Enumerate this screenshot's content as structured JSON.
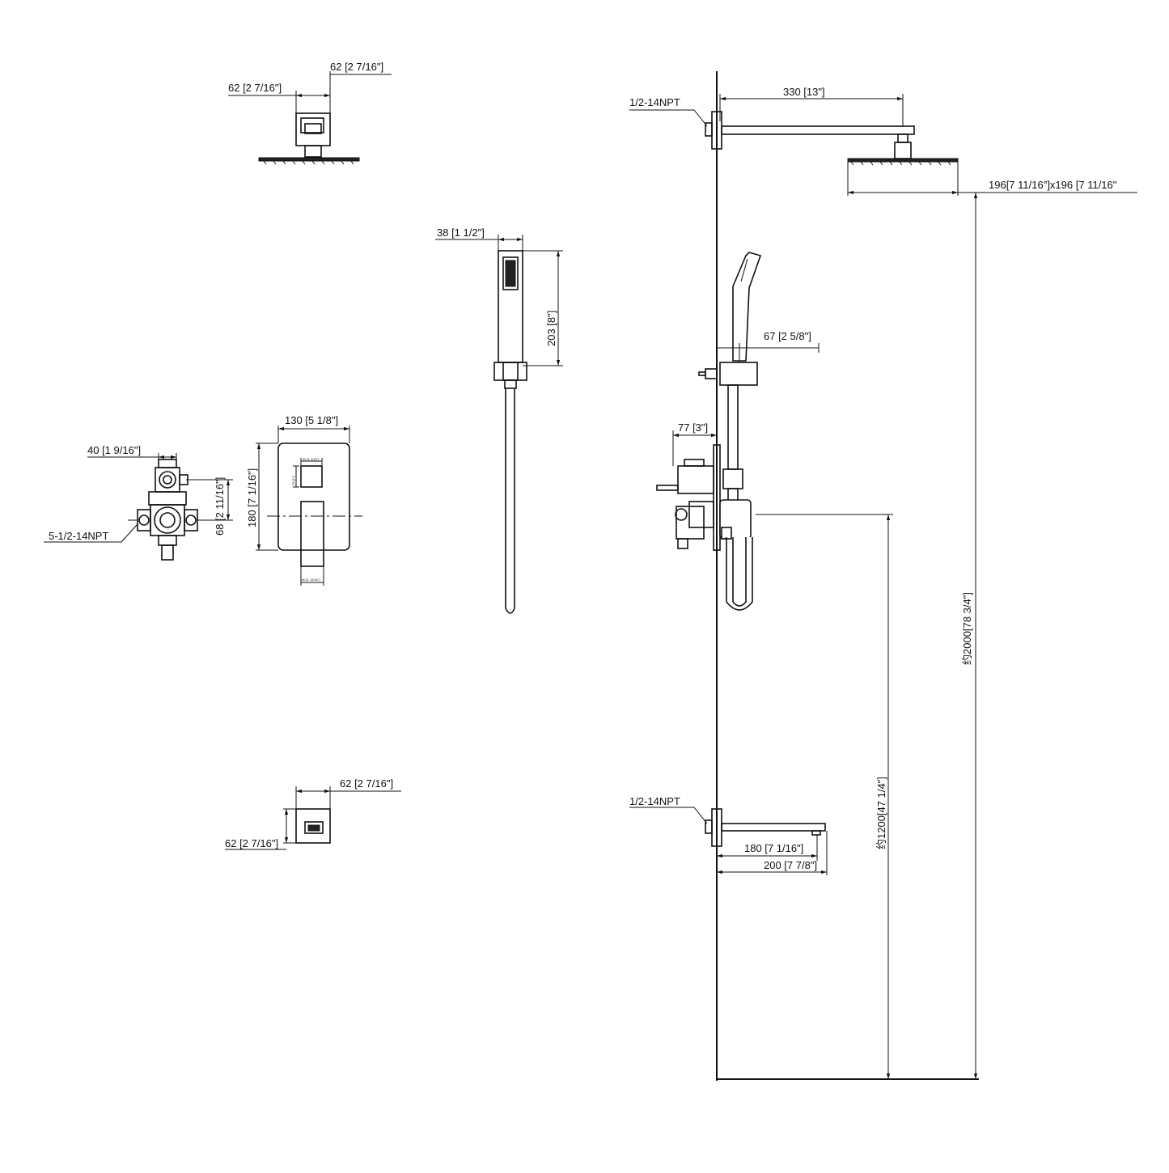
{
  "dimensions": {
    "head_side_width": "62 [2 7/16\"]",
    "head_side_depth": "62 [2 7/16\"]",
    "handheld_width": "38 [1 1/2\"]",
    "handheld_length": "203 [8\"]",
    "valve_top_width": "40 [1 9/16\"]",
    "valve_height": "68 [2 11/16\"]",
    "valve_ports": "5-1/2-14NPT",
    "trim_width": "130 [5 1/8\"]",
    "trim_height": "180 [7 1/16\"]",
    "trim_small_top": "30 [1 3/16\"]",
    "trim_small_side": "25 [1\"]",
    "trim_small_bottom": "50 [1 15/16\"]",
    "spout_side_width": "62 [2 7/16\"]",
    "spout_side_depth": "62 [2 7/16\"]",
    "arm_thread": "1/2-14NPT",
    "arm_length": "330 [13\"]",
    "head_size": "196[7 11/16\"]x196 [7 11/16\"",
    "slide_offset": "67 [2 5/8\"]",
    "valve_depth": "77 [3\"]",
    "total_height": "约2000[78 3/4\"]",
    "valve_height_from_floor": "约1200[47 1/4\"]",
    "spout_thread": "1/2-14NPT",
    "spout_length_short": "180 [7 1/16\"]",
    "spout_length_long": "200 [7 7/8\"]"
  }
}
